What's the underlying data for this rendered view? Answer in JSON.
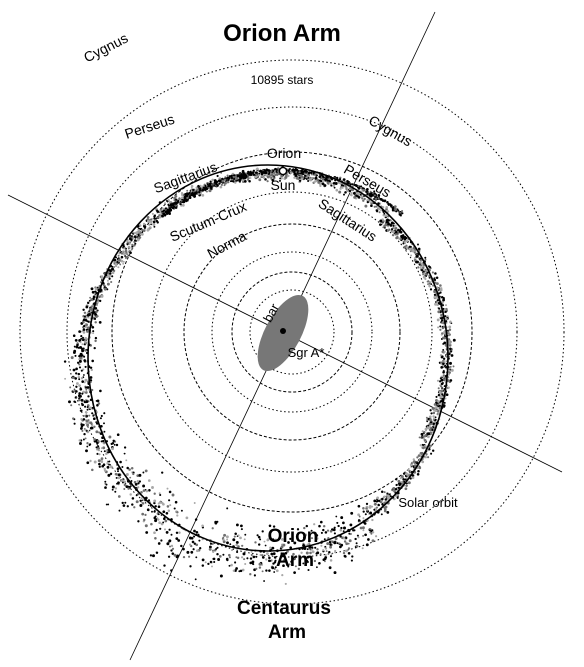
{
  "title": "Orion Arm",
  "star_count_label": "10895 stars",
  "labels": {
    "cygnus_outer": "Cygnus",
    "perseus_outer": "Perseus",
    "cygnus_inner": "Cygnus",
    "orion": "Orion",
    "sun": "Sun",
    "sagittarius_left": "Sagittarius",
    "perseus_right": "Perseus",
    "sagittarius_right": "Sagittarius",
    "scutum_crux": "Scutum-Crux",
    "norma": "Norma",
    "bar": "bar",
    "sgr_a": "Sgr A*",
    "solar_orbit": "Solar orbit",
    "orion_arm_1": "Orion",
    "orion_arm_2": "Arm",
    "centaurus_1": "Centaurus",
    "centaurus_2": "Arm"
  },
  "colors": {
    "star_dark": "#000000",
    "star_mid": "#6f6f6f",
    "star_light": "#a8a8a8",
    "bar_fill": "#777777"
  }
}
